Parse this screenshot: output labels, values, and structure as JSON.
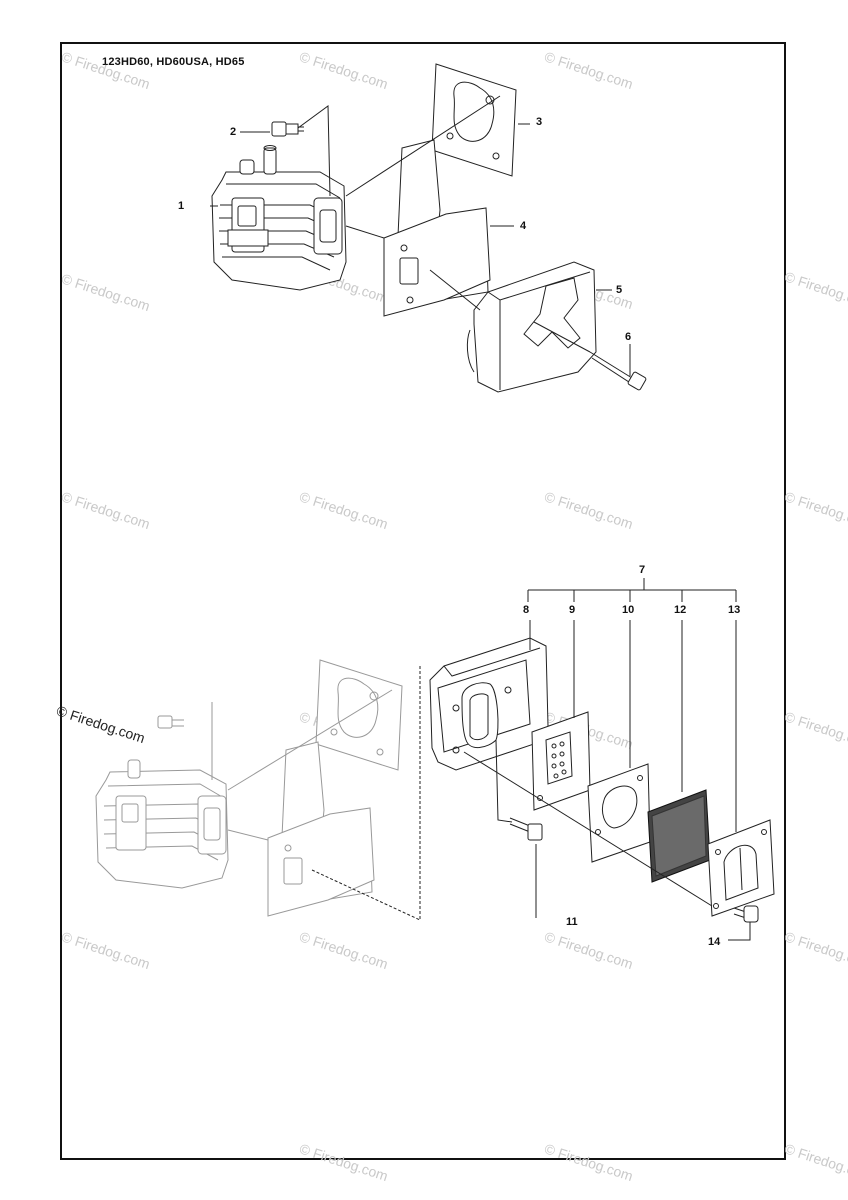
{
  "header": {
    "model_title": "123HD60, HD60USA, HD65"
  },
  "watermark": {
    "text": "© Firedog.com"
  },
  "callouts": {
    "c1": "1",
    "c2": "2",
    "c3": "3",
    "c4": "4",
    "c5": "5",
    "c6": "6",
    "c7": "7",
    "c8": "8",
    "c9": "9",
    "c10": "10",
    "c11": "11",
    "c12": "12",
    "c13": "13",
    "c14": "14"
  }
}
